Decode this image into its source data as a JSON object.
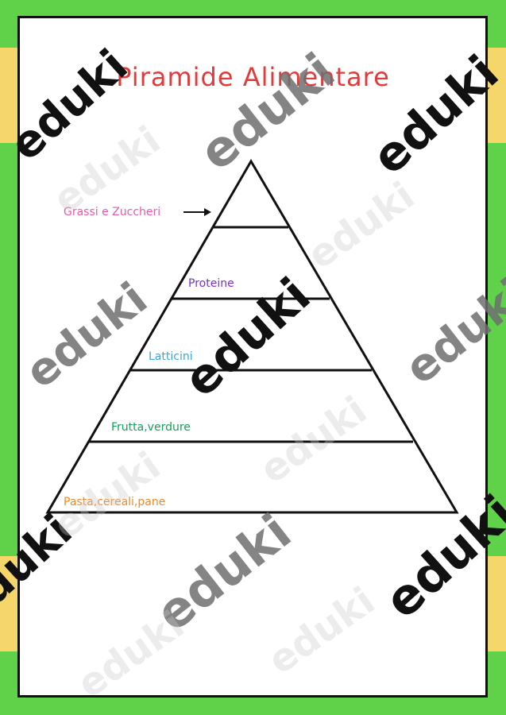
{
  "worksheet": {
    "title": "Piramide Alimentare",
    "title_color": "#e23b3b"
  },
  "pyramid": {
    "levels": [
      {
        "label": "Grassi e Zuccheri",
        "color": "#e85aa6"
      },
      {
        "label": "Proteine",
        "color": "#7a2fd1"
      },
      {
        "label": "Latticini",
        "color": "#3aa6e0"
      },
      {
        "label": "Frutta,verdure",
        "color": "#17a05a"
      },
      {
        "label": "Pasta,cereali,pane",
        "color": "#f08a24"
      }
    ]
  },
  "watermark": {
    "text": "eduki"
  },
  "colors": {
    "background_green": "#5fd24a",
    "background_yellow": "#f5d66b",
    "card_border": "#111111"
  }
}
